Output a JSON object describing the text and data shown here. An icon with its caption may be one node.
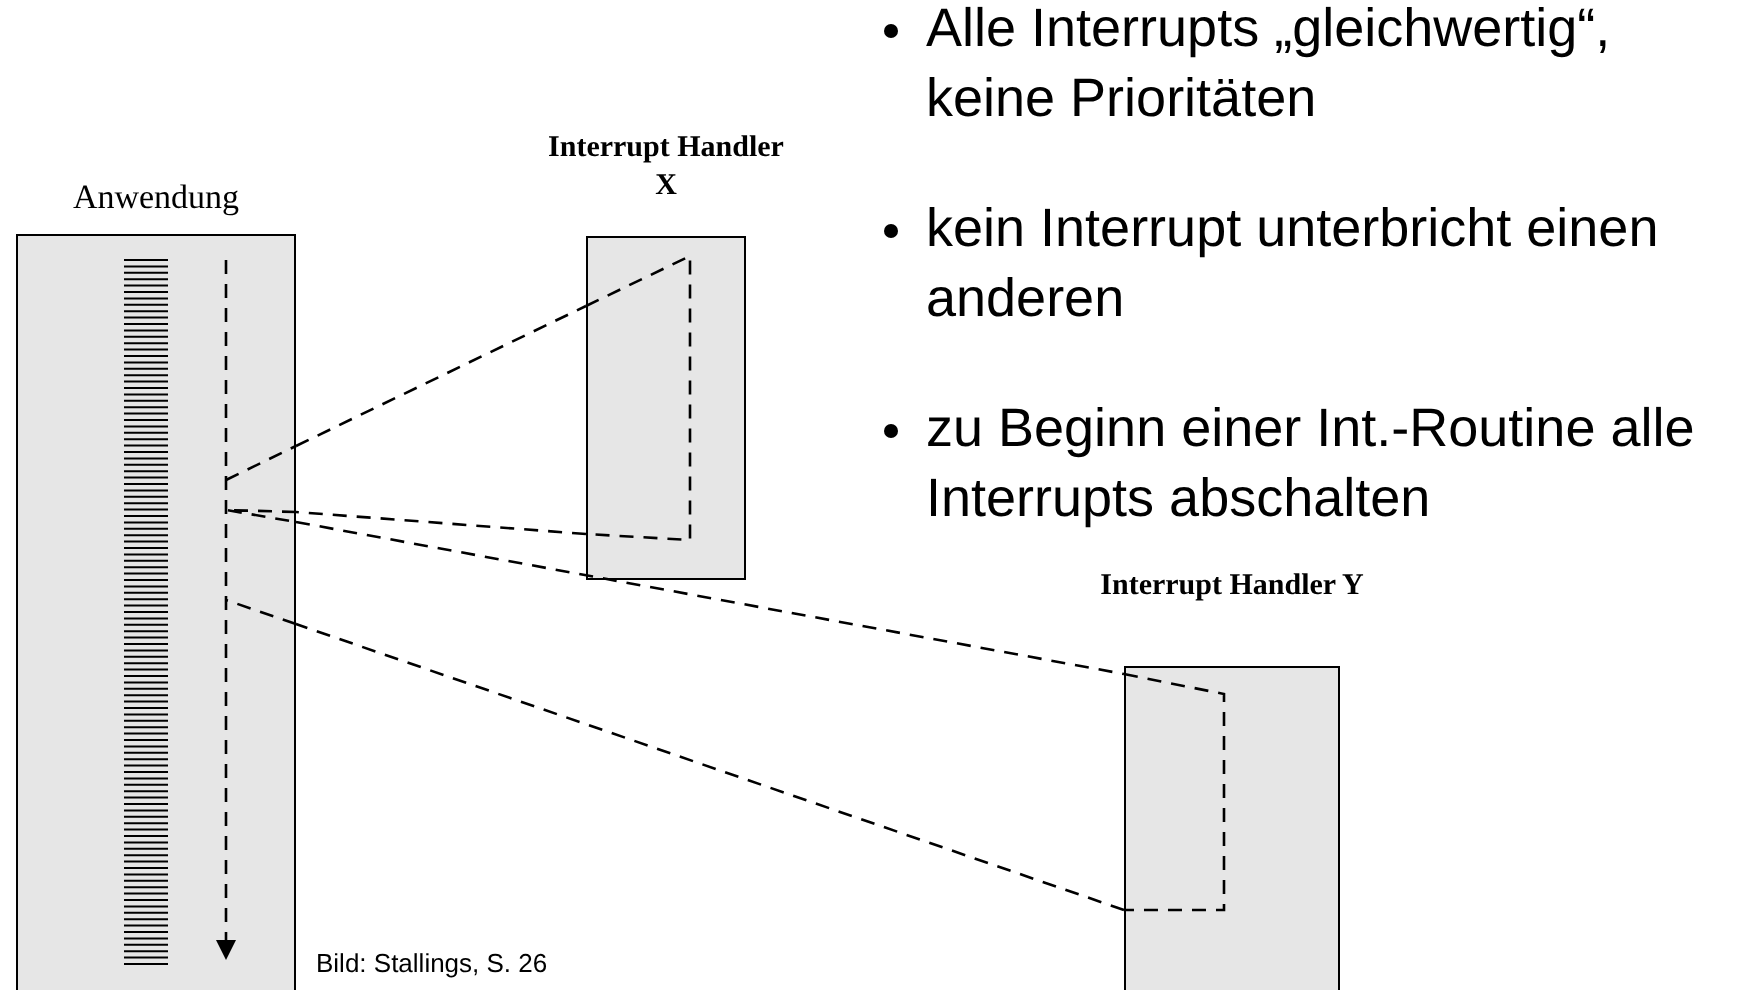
{
  "diagram": {
    "nodes": [
      {
        "text": [
          "Anwendung"
        ]
      },
      {
        "text": [
          "Interrupt Handler X"
        ]
      },
      {
        "text": [
          "Interrupt Handler Y"
        ]
      }
    ],
    "edges": [
      {
        "from": 0,
        "to": 1,
        "arrow": "none",
        "style": "dashed"
      },
      {
        "from": 1,
        "to": 0,
        "arrow": "none",
        "style": "dashed"
      },
      {
        "from": 0,
        "to": 2,
        "arrow": "none",
        "style": "dashed"
      },
      {
        "from": 2,
        "to": 0,
        "arrow": "none",
        "style": "dashed"
      }
    ],
    "labels": [
      "Alle Interrupts „gleichwertig“, keine Prioritäten",
      "kein Interrupt unterbricht einen anderen",
      "zu Beginn einer Int.-Routine alle Interrupts abschalten",
      "Bild: Stallings, S. 26"
    ]
  }
}
